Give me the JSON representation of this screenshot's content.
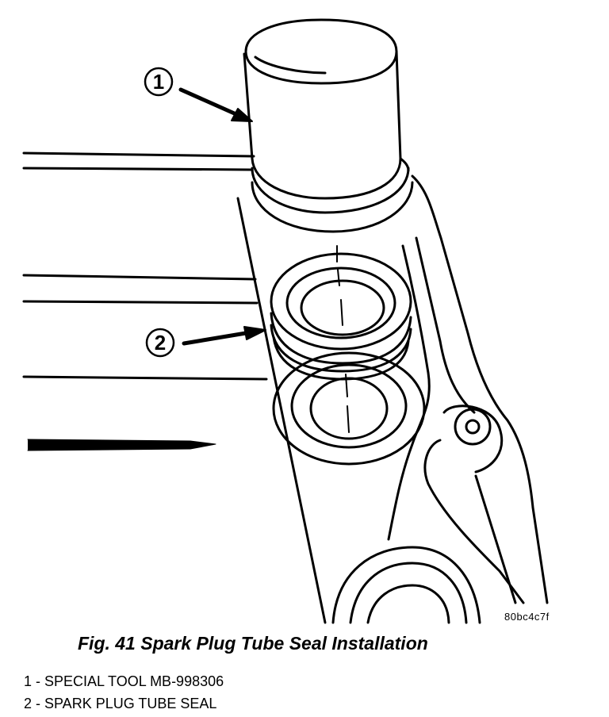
{
  "figure": {
    "callouts": [
      {
        "number": "1"
      },
      {
        "number": "2"
      }
    ],
    "image_code": "80bc4c7f"
  },
  "caption": "Fig. 41 Spark Plug Tube Seal Installation",
  "legend": [
    {
      "text": "1 - SPECIAL TOOL MB-998306"
    },
    {
      "text": "2 - SPARK PLUG TUBE SEAL"
    }
  ]
}
